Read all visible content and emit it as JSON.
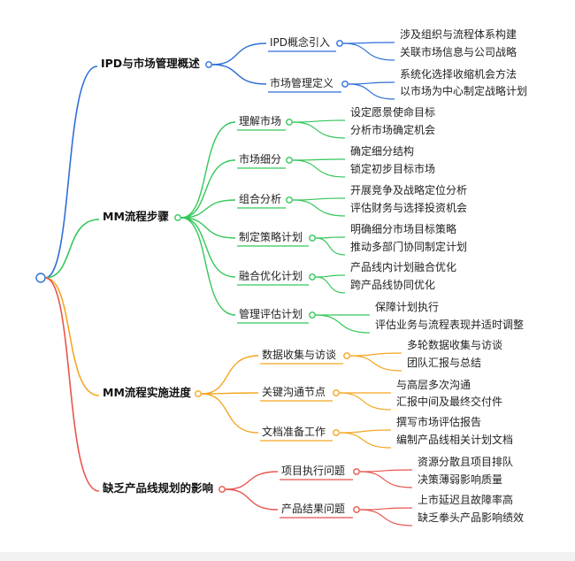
{
  "mindmap": {
    "branches": [
      {
        "label": "IPD与市场管理概述",
        "color": "#2f6fd8",
        "children": [
          {
            "label": "IPD概念引入",
            "leaves": [
              "涉及组织与流程体系构建",
              "关联市场信息与公司战略"
            ]
          },
          {
            "label": "市场管理定义",
            "leaves": [
              "系统化选择收缩机会方法",
              "以市场为中心制定战略计划"
            ]
          }
        ]
      },
      {
        "label": "MM流程步骤",
        "color": "#35c75a",
        "children": [
          {
            "label": "理解市场",
            "leaves": [
              "设定愿景使命目标",
              "分析市场确定机会"
            ]
          },
          {
            "label": "市场细分",
            "leaves": [
              "确定细分结构",
              "锁定初步目标市场"
            ]
          },
          {
            "label": "组合分析",
            "leaves": [
              "开展竞争及战略定位分析",
              "评估财务与选择投资机会"
            ]
          },
          {
            "label": "制定策略计划",
            "leaves": [
              "明确细分市场目标策略",
              "推动多部门协同制定计划"
            ]
          },
          {
            "label": "融合优化计划",
            "leaves": [
              "产品线内计划融合优化",
              "跨产品线协同优化"
            ]
          },
          {
            "label": "管理评估计划",
            "leaves": [
              "保障计划执行",
              "评估业务与流程表现并适时调整"
            ]
          }
        ]
      },
      {
        "label": "MM流程实施进度",
        "color": "#f5a623",
        "children": [
          {
            "label": "数据收集与访谈",
            "leaves": [
              "多轮数据收集与访谈",
              "团队汇报与总结"
            ]
          },
          {
            "label": "关键沟通节点",
            "leaves": [
              "与高层多次沟通",
              "汇报中间及最终交付件"
            ]
          },
          {
            "label": "文档准备工作",
            "leaves": [
              "撰写市场评估报告",
              "编制产品线相关计划文档"
            ]
          }
        ]
      },
      {
        "label": "缺乏产品线规划的影响",
        "color": "#e8554e",
        "children": [
          {
            "label": "项目执行问题",
            "leaves": [
              "资源分散且项目排队",
              "决策薄弱影响质量"
            ]
          },
          {
            "label": "产品结果问题",
            "leaves": [
              "上市延迟且故障率高",
              "缺乏拳头产品影响绩效"
            ]
          }
        ]
      }
    ]
  }
}
